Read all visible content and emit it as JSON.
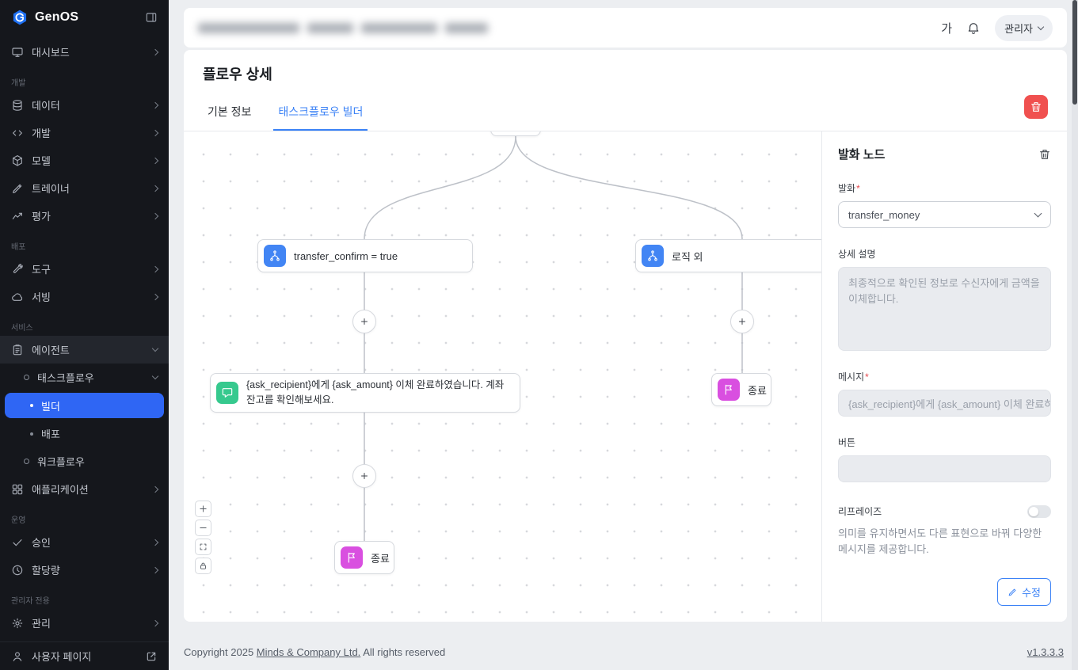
{
  "app": {
    "logo_text": "GenOS"
  },
  "topbar": {
    "font_size_button": "가",
    "user_menu_label": "관리자"
  },
  "sidebar": {
    "sections": {
      "dev": "개발",
      "deploy": "배포",
      "service": "서비스",
      "ops": "운영",
      "admin_only": "관리자 전용"
    },
    "items": {
      "dashboard": "대시보드",
      "data": "데이터",
      "develop": "개발",
      "model": "모델",
      "trainer": "트레이너",
      "evaluation": "평가",
      "tools": "도구",
      "serving": "서빙",
      "agent": "에이전트",
      "taskflow": "태스크플로우",
      "builder": "빌더",
      "deploy": "배포",
      "workflow": "워크플로우",
      "application": "애플리케이션",
      "approval": "승인",
      "quota": "할당량",
      "management": "관리",
      "user_page": "사용자 페이지"
    }
  },
  "page": {
    "title": "플로우 상세",
    "tabs": {
      "basic": "기본 정보",
      "builder": "태스크플로우 빌더"
    }
  },
  "canvas": {
    "condition_left_label": "transfer_confirm = true",
    "condition_right_label": "로직 외",
    "message_text": "{ask_recipient}에게 {ask_amount} 이체 완료하였습니다. 계좌 잔고를 확인해보세요.",
    "end_left_label": "종료",
    "end_right_label": "종료"
  },
  "panel": {
    "title": "발화 노드",
    "required_marker": "*",
    "utterance_label": "발화",
    "utterance_value": "transfer_money",
    "description_label": "상세 설명",
    "description_value": "최종적으로 확인된 정보로 수신자에게 금액을 이체합니다.",
    "message_label": "메시지",
    "message_value": "{ask_recipient}에게 {ask_amount} 이체 완료하",
    "button_label": "버튼",
    "button_value": "",
    "rephrase_label": "리프레이즈",
    "rephrase_help": "의미를 유지하면서도 다른 표현으로 바꿔 다양한 메시지를 제공합니다.",
    "edit_button_label": "수정"
  },
  "footer": {
    "copyright_prefix": "Copyright 2025 ",
    "company_link": "Minds & Company Ltd.",
    "copyright_suffix": " All rights reserved",
    "version_link": "v1.3.3.3"
  },
  "colors": {
    "accent_blue": "#3b82f6",
    "selected_item_blue": "#2f66f4",
    "danger_red": "#f0504f",
    "condition_node_icon_bg": "#4285f4",
    "message_node_icon_bg": "#36c98e",
    "end_node_icon_bg": "#d94fe0",
    "sidebar_bg": "#15171c"
  }
}
